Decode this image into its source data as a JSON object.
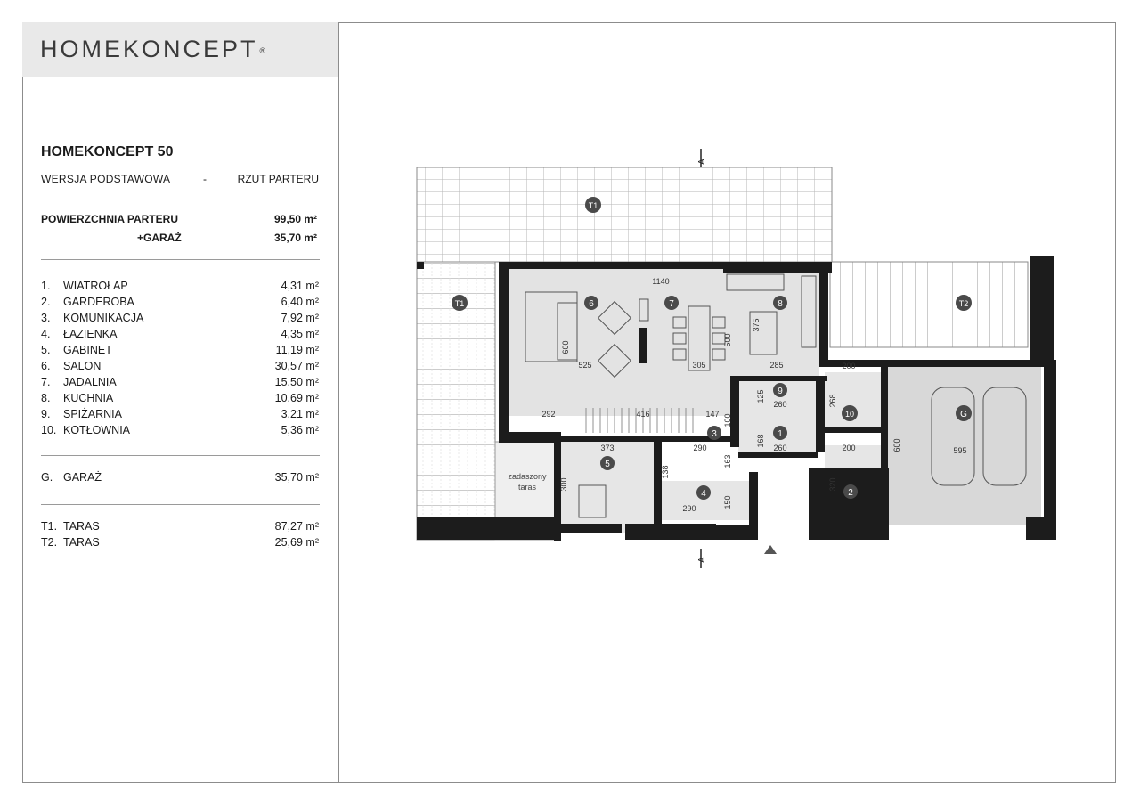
{
  "logo": {
    "text": "HOMEKONCEPT",
    "reg": "®"
  },
  "project": {
    "title": "HOMEKONCEPT 50",
    "version": "WERSJA  PODSTAWOWA",
    "dash": "-",
    "view": "RZUT PARTERU"
  },
  "summary": {
    "area_label": "POWIERZCHNIA PARTERU",
    "area_value": "99,50 m²",
    "garage_label": "+GARAŻ",
    "garage_value": "35,70 m²"
  },
  "rooms": [
    {
      "num": "1.",
      "name": "WIATROŁAP",
      "area": "4,31 m²"
    },
    {
      "num": "2.",
      "name": "GARDEROBA",
      "area": "6,40 m²"
    },
    {
      "num": "3.",
      "name": "KOMUNIKACJA",
      "area": "7,92 m²"
    },
    {
      "num": "4.",
      "name": "ŁAZIENKA",
      "area": "4,35 m²"
    },
    {
      "num": "5.",
      "name": "GABINET",
      "area": "11,19 m²"
    },
    {
      "num": "6.",
      "name": "SALON",
      "area": "30,57 m²"
    },
    {
      "num": "7.",
      "name": "JADALNIA",
      "area": "15,50 m²"
    },
    {
      "num": "8.",
      "name": "KUCHNIA",
      "area": "10,69 m²"
    },
    {
      "num": "9.",
      "name": "SPIŻARNIA",
      "area": "3,21 m²"
    },
    {
      "num": "10.",
      "name": "KOTŁOWNIA",
      "area": "5,36 m²"
    }
  ],
  "garage": {
    "num": "G.",
    "name": "GARAŻ",
    "area": "35,70 m²"
  },
  "terraces": [
    {
      "num": "T1.",
      "name": "TARAS",
      "area": "87,27 m²"
    },
    {
      "num": "T2.",
      "name": "TARAS",
      "area": "25,69 m²"
    }
  ],
  "plan": {
    "section_marker": "A",
    "covered_terrace": [
      "zadaszony",
      "taras"
    ],
    "room_badges": [
      "1",
      "2",
      "3",
      "4",
      "5",
      "6",
      "7",
      "8",
      "9",
      "10",
      "G",
      "T1",
      "T2"
    ],
    "dimensions": [
      "1140",
      "525",
      "305",
      "285",
      "600",
      "500",
      "375",
      "292",
      "416",
      "147",
      "100",
      "290",
      "163",
      "373",
      "138",
      "290",
      "150",
      "168",
      "260",
      "125",
      "260",
      "200",
      "268",
      "200",
      "320",
      "600",
      "595",
      "300"
    ]
  }
}
